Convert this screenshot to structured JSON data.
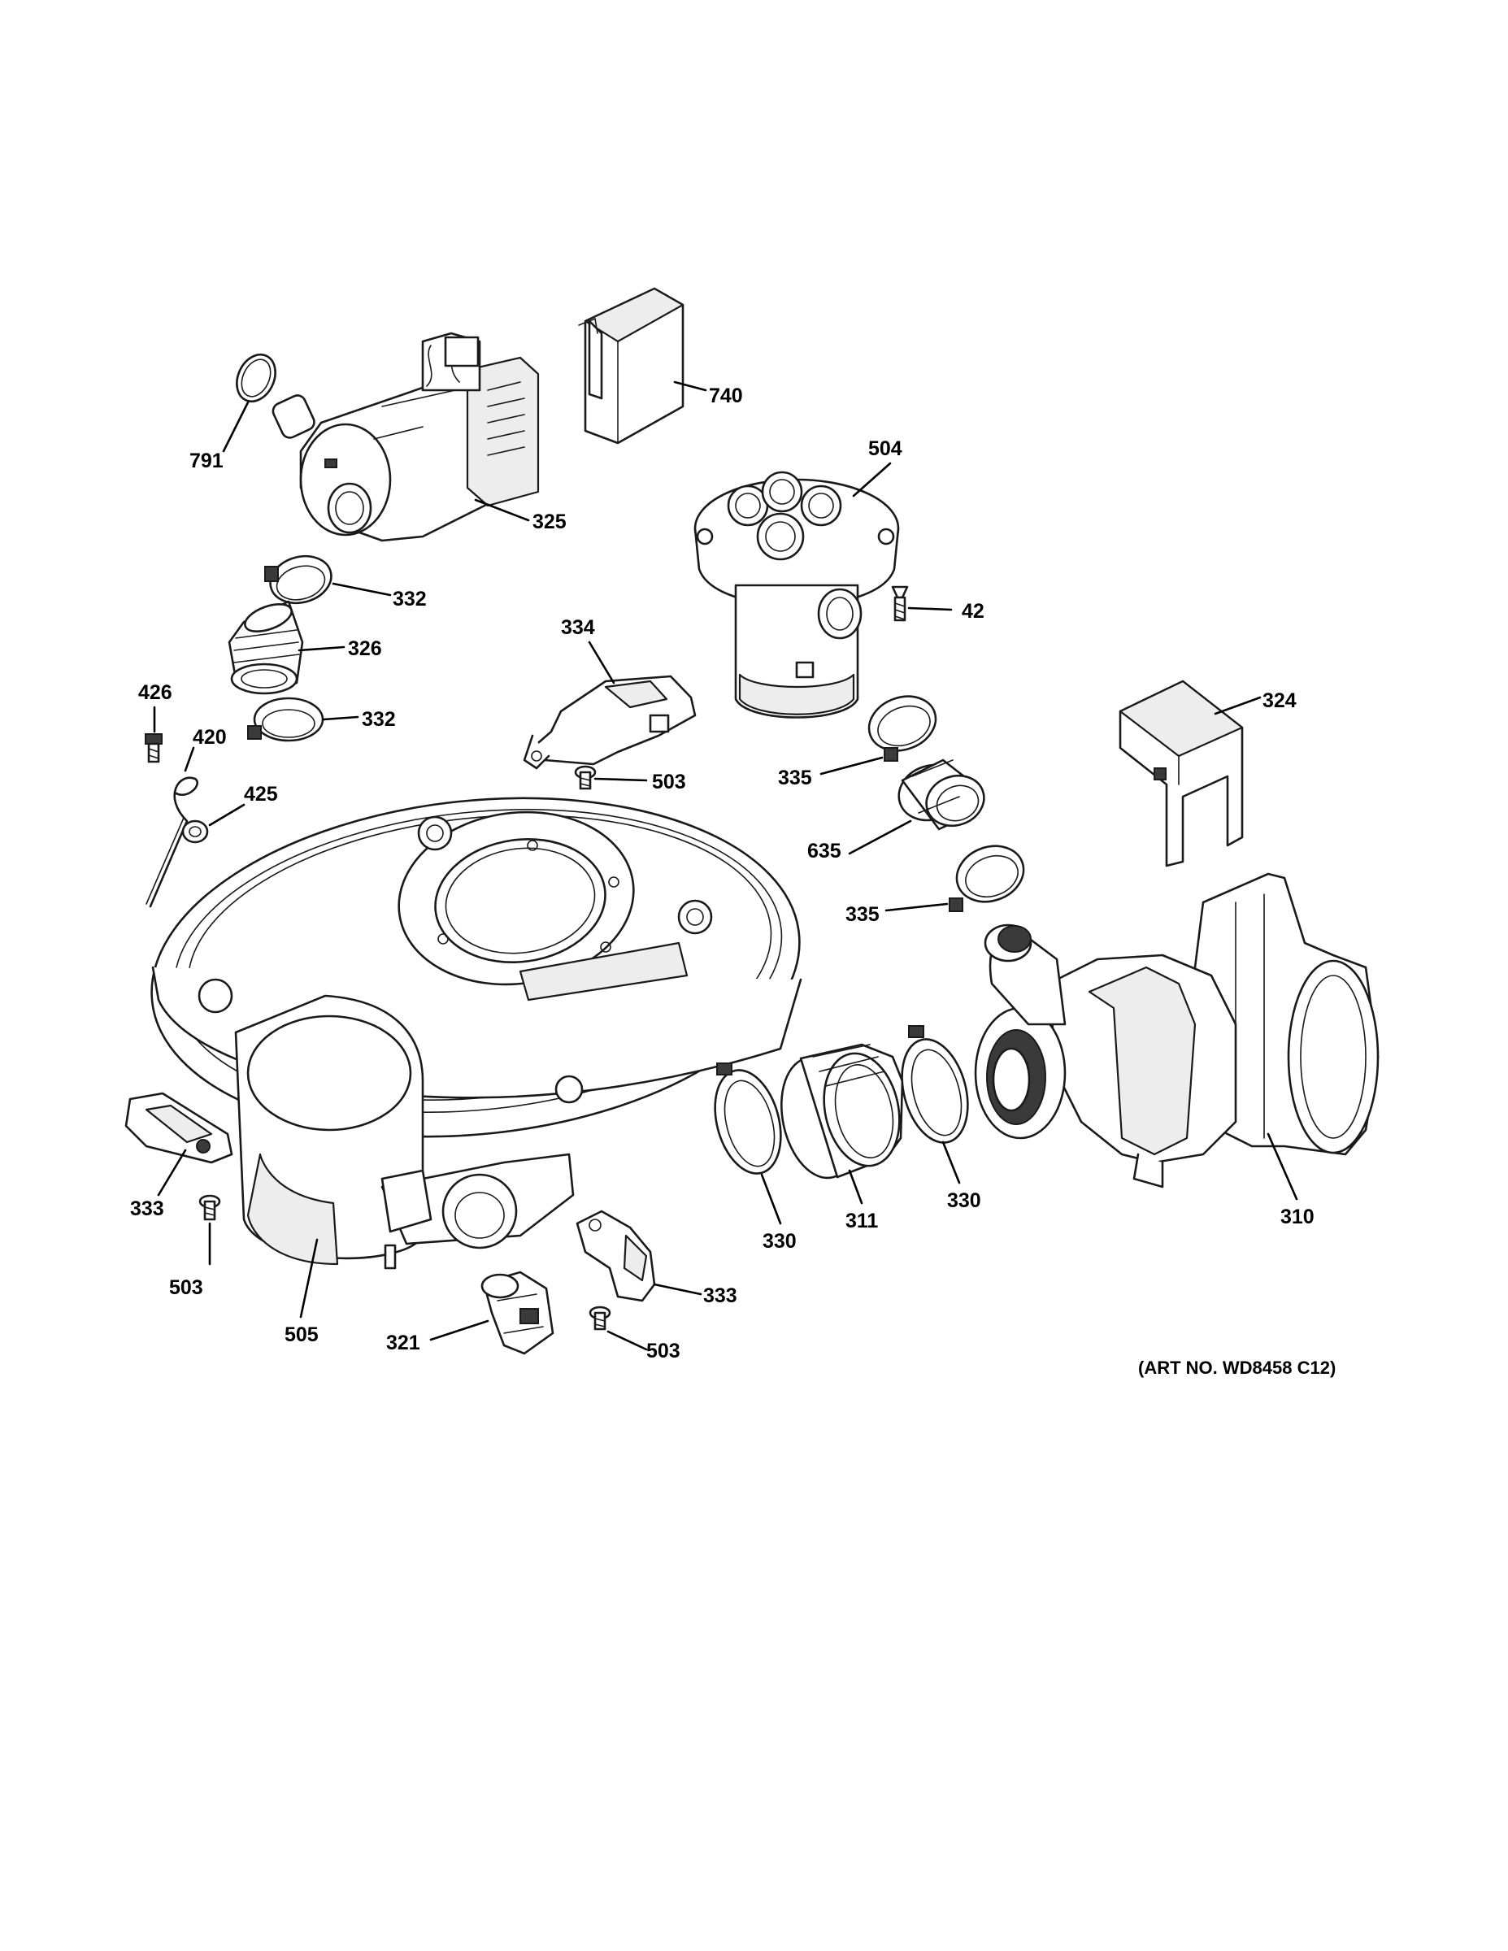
{
  "callouts": {
    "c791": "791",
    "c325": "325",
    "c740": "740",
    "c504": "504",
    "c42": "42",
    "c332a": "332",
    "c326": "326",
    "c332b": "332",
    "c334": "334",
    "c426": "426",
    "c420": "420",
    "c425": "425",
    "c503a": "503",
    "c324": "324",
    "c335a": "335",
    "c635": "635",
    "c335b": "335",
    "c333a": "333",
    "c503b": "503",
    "c505": "505",
    "c321": "321",
    "c503c": "503",
    "c333b": "333",
    "c330a": "330",
    "c311": "311",
    "c330b": "330",
    "c310": "310"
  },
  "art_number": "(ART NO. WD8458 C12)"
}
